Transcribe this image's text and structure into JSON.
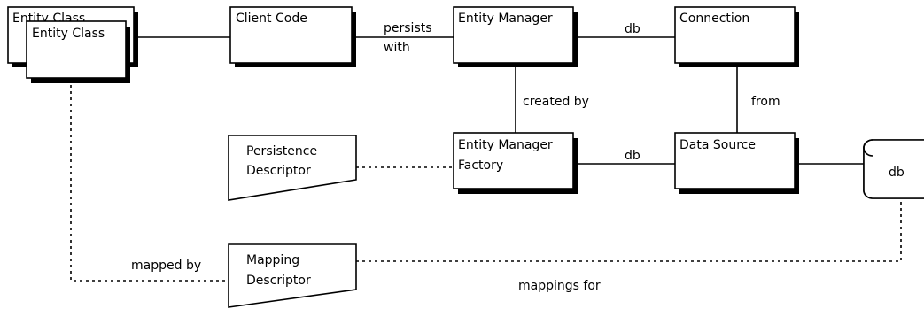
{
  "nodes": {
    "entity_class_back": "Entity Class",
    "entity_class_front": "Entity Class",
    "client_code": "Client Code",
    "entity_manager": "Entity Manager",
    "connection": "Connection",
    "entity_manager_factory": [
      "Entity Manager",
      "Factory"
    ],
    "data_source": "Data Source",
    "db_cylinder": "db",
    "persistence_descriptor": [
      "Persistence",
      "Descriptor"
    ],
    "mapping_descriptor": [
      "Mapping",
      "Descriptor"
    ]
  },
  "edges": {
    "persists_with": [
      "persists",
      "with"
    ],
    "em_db": "db",
    "created_by": "created by",
    "from": "from",
    "emf_db": "db",
    "mapped_by": "mapped by",
    "mappings_for": "mappings for"
  }
}
